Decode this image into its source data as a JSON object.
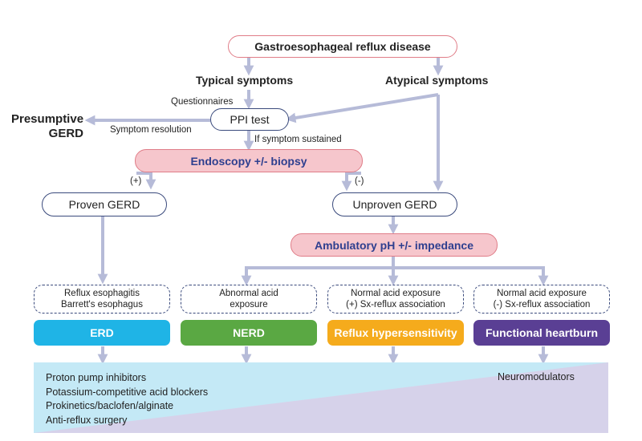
{
  "nodes": {
    "gerd": "Gastroesophageal reflux disease",
    "typical": "Typical symptoms",
    "atypical": "Atypical symptoms",
    "questionnaires": "Questionnaires",
    "ppi_test": "PPI test",
    "presumptive": "Presumptive\nGERD",
    "symptom_resolution": "Symptom resolution",
    "symptom_sustained": "If symptom sustained",
    "endoscopy": "Endoscopy +/- biopsy",
    "plus": "(+)",
    "minus": "(-)",
    "proven": "Proven GERD",
    "unproven": "Unproven GERD",
    "ambulatory": "Ambulatory pH +/- impedance"
  },
  "findings": [
    "Reflux esophagitis\nBarrett's esophagus",
    "Abnormal acid\nexposure",
    "Normal acid exposure\n(+) Sx-reflux association",
    "Normal acid exposure\n(-) Sx-reflux association"
  ],
  "categories": [
    {
      "label": "ERD",
      "color": "#1fb4e6"
    },
    {
      "label": "NERD",
      "color": "#5aa843"
    },
    {
      "label": "Reflux hypersensitivity",
      "color": "#f5ab1c"
    },
    {
      "label": "Functional heartburn",
      "color": "#5a3f94"
    }
  ],
  "therapies": {
    "left": [
      "Proton pump inhibitors",
      "Potassium-competitive acid blockers",
      "Prokinetics/baclofen/alginate",
      "Anti-reflux surgery"
    ],
    "right": "Neuromodulators"
  },
  "colors": {
    "arrow": "#b6bbd8",
    "pink_fill": "#f6c6cc",
    "pink_border": "#e07d88",
    "navy_text": "#2e3f8f",
    "therapy_cyan": "#c4e9f6",
    "therapy_lavender": "#d6d2ea"
  }
}
